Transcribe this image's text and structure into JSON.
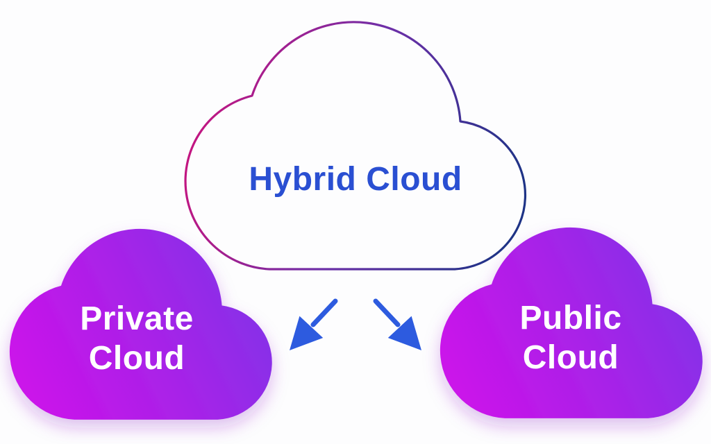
{
  "diagram": {
    "hybrid": {
      "label": "Hybrid Cloud"
    },
    "private": {
      "label": "Private Cloud"
    },
    "public": {
      "label": "Public Cloud"
    }
  },
  "icons": {
    "left_arrow": "arrow-down-left-icon",
    "right_arrow": "arrow-down-right-icon"
  },
  "colors": {
    "background": "#fdfdfe",
    "hybrid_fill": "#fdfdfe",
    "hybrid_label": "#2a4fd2",
    "node_label": "#ffffff",
    "arrow": "#2d5bdf",
    "cloud_fill_start": "#cb12ea",
    "cloud_fill_mid": "#a922e8",
    "cloud_fill_end": "#8133e8",
    "outline_start": "#c9147e",
    "outline_mid": "#6d2fa8",
    "outline_end": "#1e3386"
  }
}
